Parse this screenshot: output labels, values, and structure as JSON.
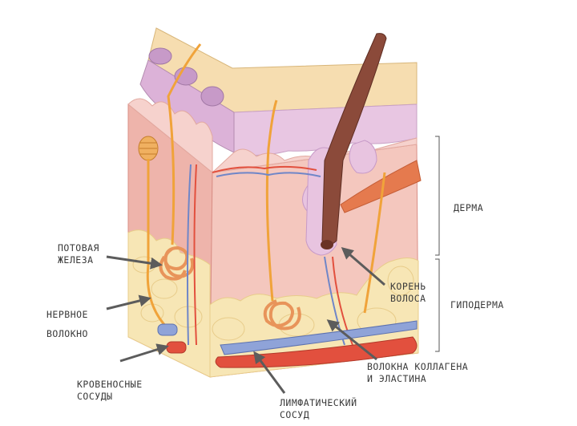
{
  "labels": {
    "sweat_gland": [
      "ПОТОВАЯ",
      "ЖЕЛЕЗА"
    ],
    "nerve_fiber": [
      "НЕРВНОЕ",
      "ВОЛОКНО"
    ],
    "blood_vessels": [
      "КРОВЕНОСНЫЕ",
      "СОСУДЫ"
    ],
    "lymph_vessel": [
      "ЛИМФАТИЧЕСКИЙ",
      "СОСУД"
    ],
    "collagen_fibers": [
      "ВОЛОКНА КОЛЛАГЕНА",
      "И ЭЛАСТИНА"
    ],
    "hair_root": [
      "КОРЕНЬ",
      "ВОЛОСА"
    ],
    "dermis": "ДЕРМА",
    "hypodermis": "ГИПОДЕРМА"
  },
  "colors": {
    "epidermis": "#f6ddb0",
    "stratum": "#e8c6e2",
    "dermis": "#f4c7be",
    "dermis_side": "#eeb4ab",
    "fat": "#f7e6b5",
    "hair": "#8b4a3a",
    "nerve": "#f0a33a",
    "artery": "#e2503e",
    "vein": "#6f86c8",
    "arrow": "#5c5c5c"
  }
}
